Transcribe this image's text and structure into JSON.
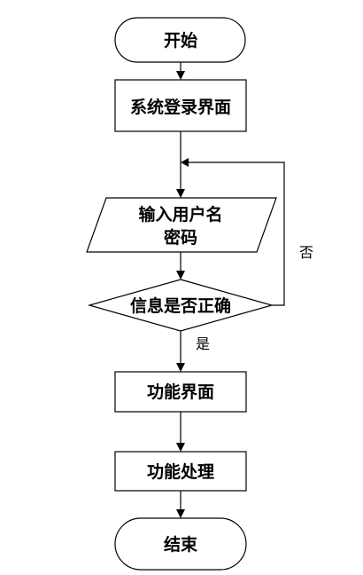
{
  "flowchart": {
    "start": {
      "label": "开始"
    },
    "login_screen": {
      "label": "系统登录界面"
    },
    "input": {
      "line1": "输入用户名",
      "line2": "密码"
    },
    "check": {
      "label": "信息是否正确"
    },
    "edge_no": {
      "label": "否"
    },
    "edge_yes": {
      "label": "是"
    },
    "function_screen": {
      "label": "功能界面"
    },
    "function_process": {
      "label": "功能处理"
    },
    "end": {
      "label": "结束"
    }
  },
  "colors": {
    "stroke": "#000000",
    "fill": "#ffffff",
    "text": "#000000"
  }
}
